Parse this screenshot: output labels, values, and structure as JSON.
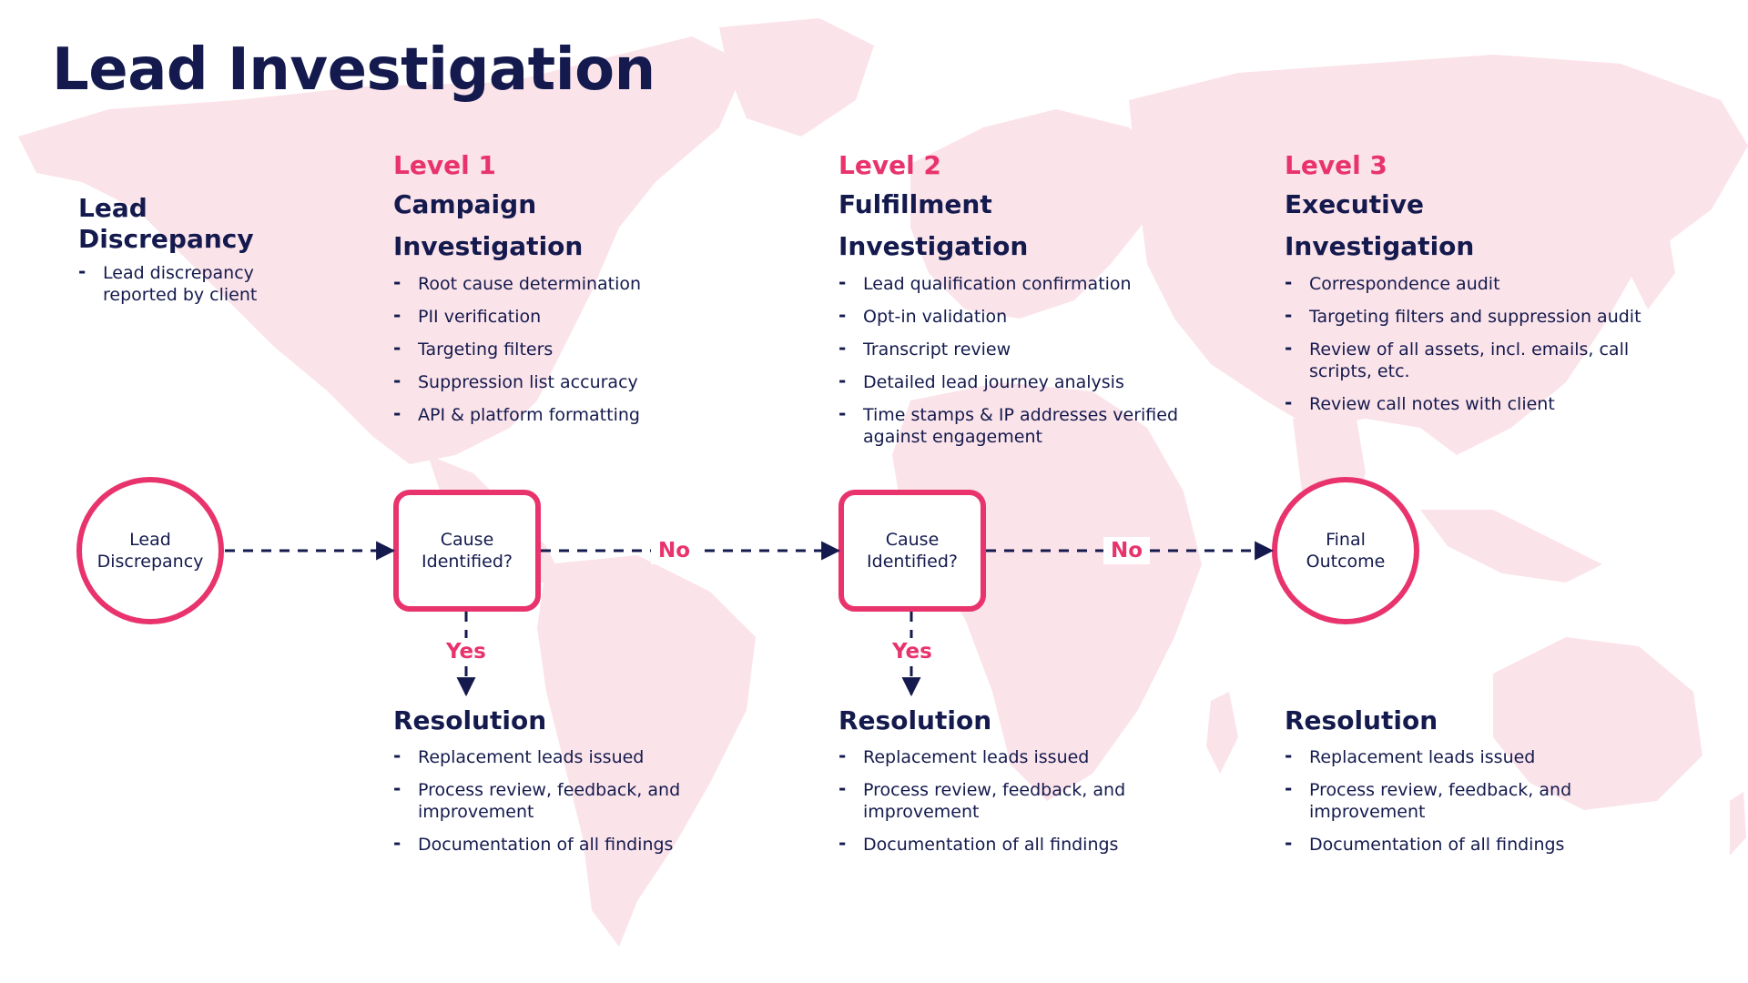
{
  "page": {
    "title": "Lead Investigation"
  },
  "colors": {
    "accent": "#e8336d",
    "navy": "#141a4d",
    "map": "#fbe3ea"
  },
  "lead": {
    "heading_line1": "Lead",
    "heading_line2": "Discrepancy",
    "bullets": [
      "Lead discrepancy reported by client"
    ]
  },
  "levels": [
    {
      "level": "Level 1",
      "heading_line1": "Campaign",
      "heading_line2": "Investigation",
      "bullets": [
        "Root cause determination",
        "PII verification",
        "Targeting filters",
        "Suppression list accuracy",
        "API & platform formatting"
      ]
    },
    {
      "level": "Level 2",
      "heading_line1": "Fulfillment",
      "heading_line2": "Investigation",
      "bullets": [
        "Lead qualification confirmation",
        "Opt-in validation",
        "Transcript review",
        "Detailed lead journey analysis",
        "Time stamps & IP addresses verified against engagement"
      ]
    },
    {
      "level": "Level 3",
      "heading_line1": "Executive",
      "heading_line2": "Investigation",
      "bullets": [
        "Correspondence audit",
        "Targeting filters and suppression audit",
        "Review of all assets, incl. emails, call scripts, etc.",
        "Review call notes with client"
      ]
    }
  ],
  "flow": {
    "start_node": "Lead Discrepancy",
    "decision_1": "Cause Identified?",
    "decision_2": "Cause Identified?",
    "end_node": "Final Outcome",
    "no_label_1": "No",
    "no_label_2": "No",
    "yes_label_1": "Yes",
    "yes_label_2": "Yes"
  },
  "resolutions": [
    {
      "heading": "Resolution",
      "bullets": [
        "Replacement leads issued",
        "Process review, feedback, and improvement",
        "Documentation of all findings"
      ]
    },
    {
      "heading": "Resolution",
      "bullets": [
        "Replacement leads issued",
        "Process review, feedback, and improvement",
        "Documentation of all findings"
      ]
    },
    {
      "heading": "Resolution",
      "bullets": [
        "Replacement leads issued",
        "Process review, feedback, and improvement",
        "Documentation of all findings"
      ]
    }
  ]
}
